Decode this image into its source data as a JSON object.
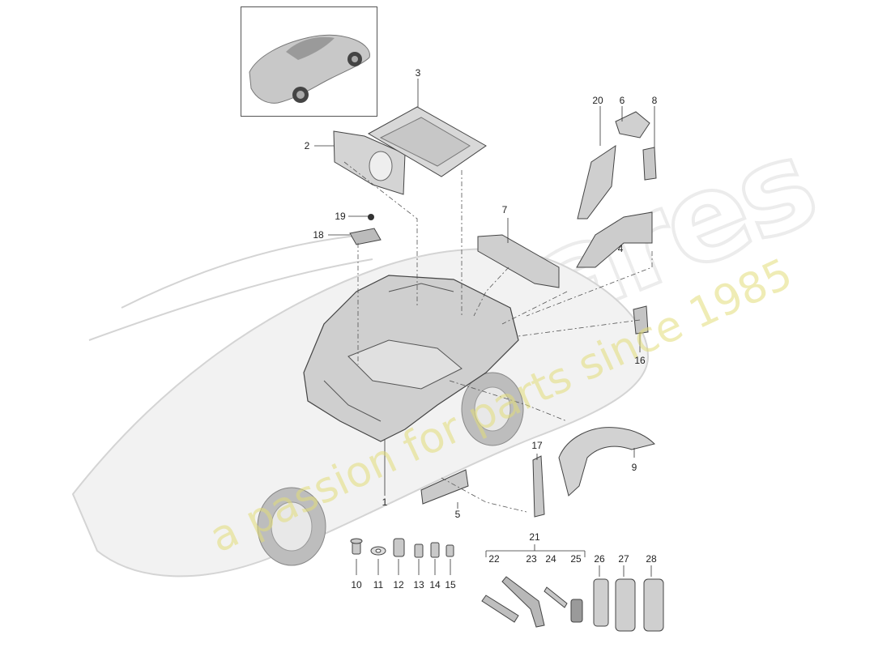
{
  "callouts": {
    "c1": "1",
    "c2": "2",
    "c3": "3",
    "c4": "4",
    "c5": "5",
    "c6": "6",
    "c7": "7",
    "c8": "8",
    "c9": "9",
    "c10": "10",
    "c11": "11",
    "c12": "12",
    "c13": "13",
    "c14": "14",
    "c15": "15",
    "c16": "16",
    "c17": "17",
    "c18": "18",
    "c19": "19",
    "c20": "20",
    "c21": "21",
    "c22": "22",
    "c23": "23",
    "c24": "24",
    "c25": "25",
    "c26": "26",
    "c27": "27",
    "c28": "28"
  },
  "watermark": {
    "logo": "eurospares",
    "tagline": "a passion for parts since 1985"
  },
  "colors": {
    "part_fill": "#d9d9d9",
    "part_stroke": "#444444",
    "car_ghost": "#e6e6e6",
    "watermark_yellow": "#e6e08a"
  }
}
